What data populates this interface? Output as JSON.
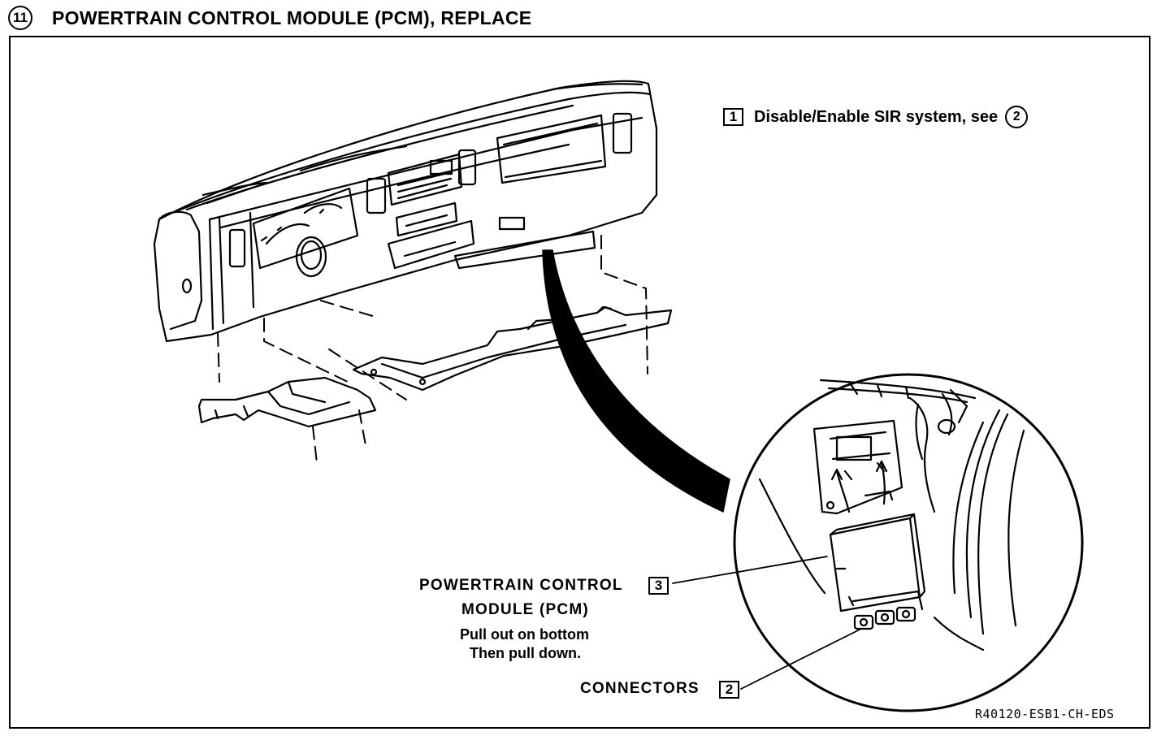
{
  "header": {
    "step_number": "11",
    "title": "POWERTRAIN CONTROL MODULE (PCM), REPLACE"
  },
  "step1": {
    "number": "1",
    "text": "Disable/Enable SIR system, see",
    "ref": "2"
  },
  "pcm": {
    "number": "3",
    "label_line1": "POWERTRAIN CONTROL",
    "label_line2": "MODULE (PCM)",
    "instruction_line1": "Pull out on bottom",
    "instruction_line2": "Then pull down."
  },
  "connectors": {
    "label": "CONNECTORS",
    "number": "2"
  },
  "figure_code": "R40120-ESB1-CH-EDS"
}
